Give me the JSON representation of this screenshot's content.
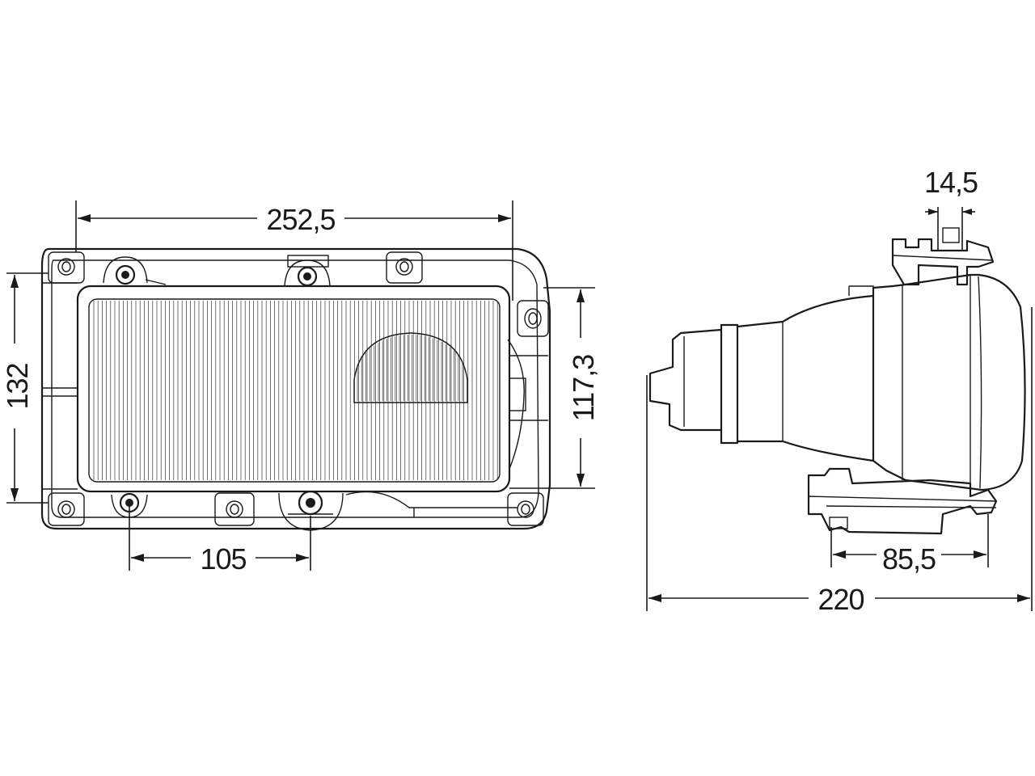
{
  "dimensions": {
    "front_width": "252,5",
    "front_height": "132",
    "lens_height": "117,3",
    "bolt_spacing": "105",
    "mount_depth": "14,5",
    "housing_depth": "85,5",
    "total_depth": "220"
  },
  "colors": {
    "line": "#1a1a1a",
    "background": "#ffffff"
  }
}
